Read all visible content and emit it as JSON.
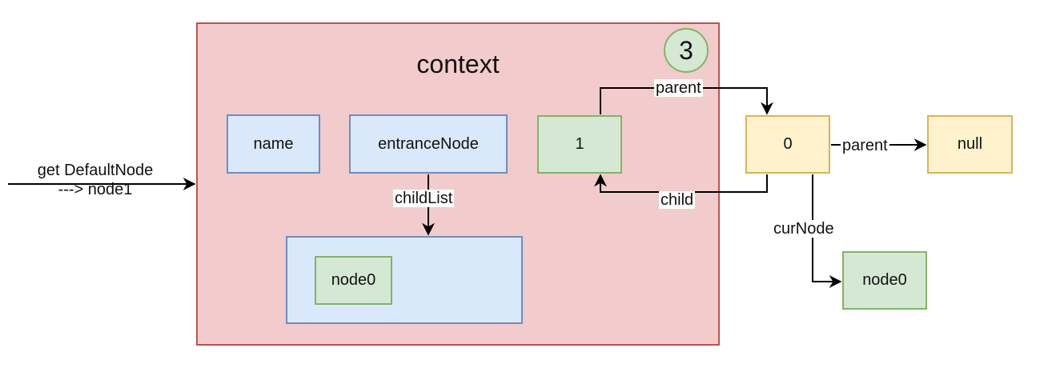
{
  "context": {
    "title": "context",
    "step": "3"
  },
  "nodes": {
    "name": "name",
    "entrance_node": "entranceNode",
    "child_list_node": "node0",
    "node1": "1",
    "node0": "0",
    "null_node": "null",
    "cur_node_target": "node0"
  },
  "edges": {
    "incoming_line1": "get DefaultNode",
    "incoming_line2": "---> node1",
    "child_list": "childList",
    "parent_1_to_0": "parent",
    "child_0_to_1": "child",
    "parent_0_to_null": "parent",
    "cur_node": "curNode"
  },
  "colors": {
    "context_fill": "#f2cccc",
    "context_stroke": "#b85450",
    "blue_fill": "#dae8fc",
    "blue_stroke": "#6c8ebf",
    "green_fill": "#d5e8d4",
    "green_stroke": "#82b366",
    "yellow_fill": "#fff2cc",
    "yellow_stroke": "#d6b656"
  }
}
